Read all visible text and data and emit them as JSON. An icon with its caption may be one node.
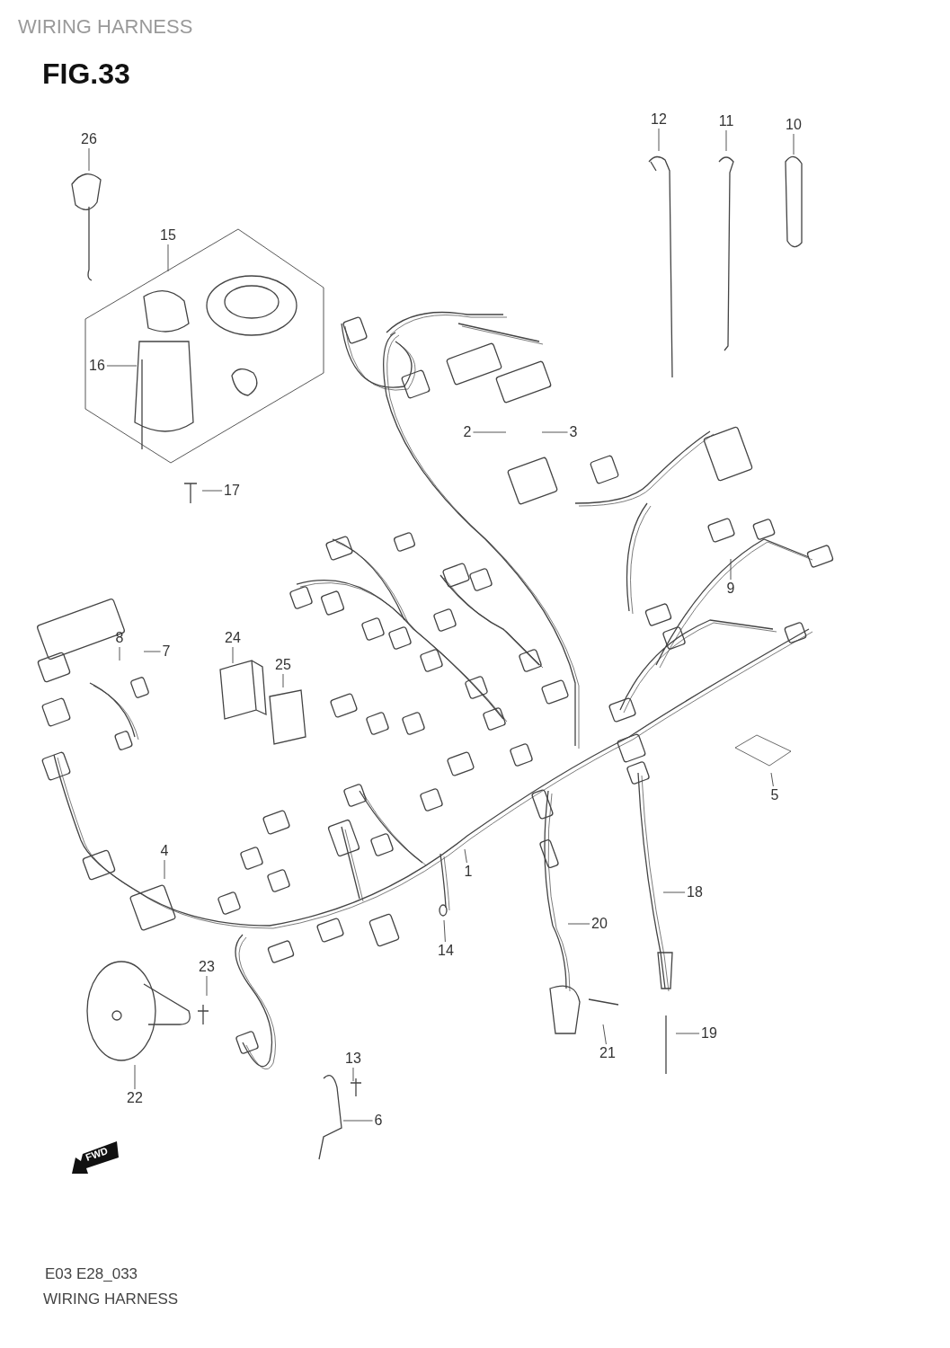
{
  "diagram": {
    "title": "FIG.33",
    "nodes": [
      {
        "text": [
          "12"
        ]
      },
      {
        "text": [
          "11"
        ]
      },
      {
        "text": [
          "10"
        ]
      },
      {
        "text": [
          "26"
        ]
      },
      {
        "text": [
          "15"
        ]
      },
      {
        "text": [
          "16"
        ]
      },
      {
        "text": [
          "2"
        ]
      },
      {
        "text": [
          "3"
        ]
      },
      {
        "text": [
          "17"
        ]
      },
      {
        "text": [
          "9"
        ]
      },
      {
        "text": [
          "8"
        ]
      },
      {
        "text": [
          "24"
        ]
      },
      {
        "text": [
          "7"
        ]
      },
      {
        "text": [
          "25"
        ]
      },
      {
        "text": [
          "5"
        ]
      },
      {
        "text": [
          "4"
        ]
      },
      {
        "text": [
          "1"
        ]
      },
      {
        "text": [
          "18"
        ]
      },
      {
        "text": [
          "20"
        ]
      },
      {
        "text": [
          "14"
        ]
      },
      {
        "text": [
          "23"
        ]
      },
      {
        "text": [
          "19"
        ]
      },
      {
        "text": [
          "21"
        ]
      },
      {
        "text": [
          "13"
        ]
      },
      {
        "text": [
          "22"
        ]
      },
      {
        "text": [
          "6"
        ]
      }
    ],
    "edges": [
      {
        "from": 0,
        "to": null,
        "arrow": "none"
      },
      {
        "from": 1,
        "to": null,
        "arrow": "none"
      },
      {
        "from": 2,
        "to": null,
        "arrow": "none"
      },
      {
        "from": 3,
        "to": null,
        "arrow": "none"
      },
      {
        "from": 4,
        "to": null,
        "arrow": "none"
      },
      {
        "from": 5,
        "to": null,
        "arrow": "none"
      },
      {
        "from": 6,
        "to": null,
        "arrow": "none"
      },
      {
        "from": 7,
        "to": null,
        "arrow": "none"
      },
      {
        "from": 8,
        "to": null,
        "arrow": "none"
      },
      {
        "from": 9,
        "to": null,
        "arrow": "none"
      },
      {
        "from": 10,
        "to": null,
        "arrow": "none"
      },
      {
        "from": 11,
        "to": null,
        "arrow": "none"
      },
      {
        "from": 12,
        "to": null,
        "arrow": "none"
      },
      {
        "from": 13,
        "to": null,
        "arrow": "none"
      },
      {
        "from": 14,
        "to": null,
        "arrow": "none"
      },
      {
        "from": 15,
        "to": null,
        "arrow": "none"
      },
      {
        "from": 16,
        "to": null,
        "arrow": "none"
      },
      {
        "from": 17,
        "to": null,
        "arrow": "none"
      },
      {
        "from": 18,
        "to": null,
        "arrow": "none"
      },
      {
        "from": 19,
        "to": null,
        "arrow": "none"
      },
      {
        "from": 20,
        "to": null,
        "arrow": "none"
      },
      {
        "from": 21,
        "to": null,
        "arrow": "none"
      },
      {
        "from": 22,
        "to": null,
        "arrow": "none"
      },
      {
        "from": 23,
        "to": null,
        "arrow": "none"
      },
      {
        "from": 24,
        "to": null,
        "arrow": "none"
      },
      {
        "from": 25,
        "to": null,
        "arrow": "none"
      }
    ],
    "labels": [
      "WIRING HARNESS",
      "FWD",
      "E03 E28_033",
      "WIRING HARNESS"
    ]
  }
}
